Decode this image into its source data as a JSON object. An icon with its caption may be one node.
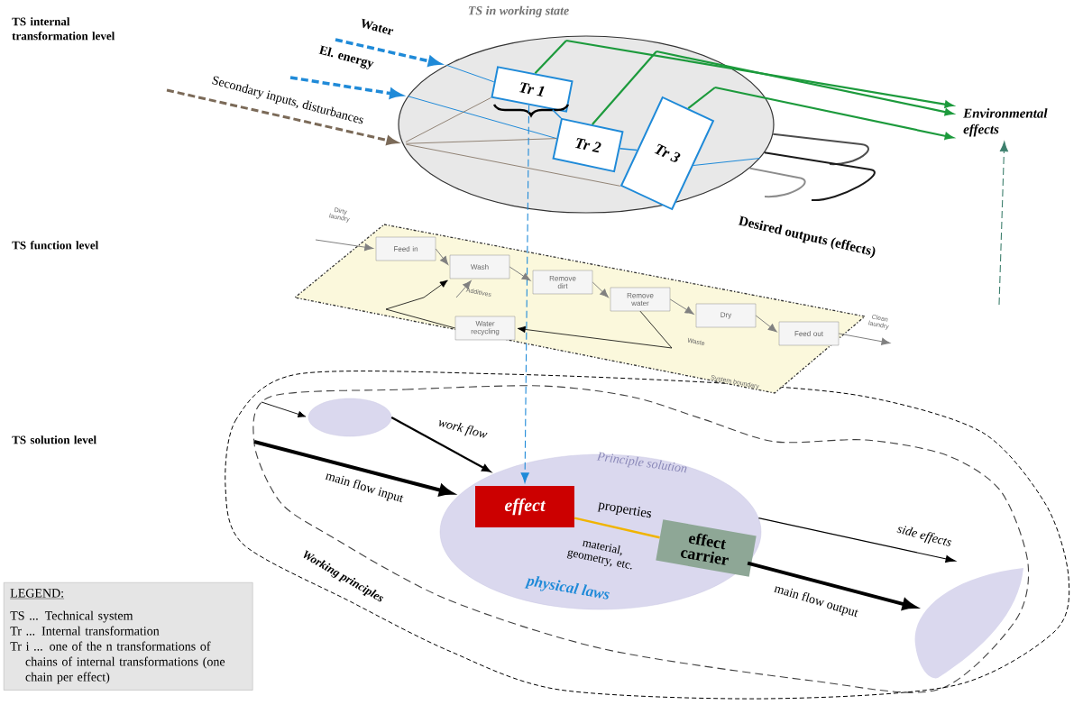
{
  "diagram": {
    "nodes": [
      {
        "text": [
          "TS in working state"
        ]
      },
      {
        "text": [
          "Tr 1"
        ],
        "in": 0
      },
      {
        "text": [
          "Tr 2"
        ],
        "in": 0
      },
      {
        "text": [
          "Tr 3"
        ],
        "in": 0
      },
      {
        "text": [
          "Environmental effects"
        ]
      },
      {
        "text": [
          "System boundary"
        ]
      },
      {
        "text": [
          "Feed in"
        ],
        "in": 5
      },
      {
        "text": [
          "Wash"
        ],
        "in": 5
      },
      {
        "text": [
          "Remove dirt"
        ],
        "in": 5
      },
      {
        "text": [
          "Remove water"
        ],
        "in": 5
      },
      {
        "text": [
          "Dry"
        ],
        "in": 5
      },
      {
        "text": [
          "Feed out"
        ],
        "in": 5
      },
      {
        "text": [
          "Water recycling"
        ],
        "in": 5
      },
      {
        "text": [
          "Working principles"
        ]
      },
      {
        "text": [],
        "shape": "ellipse",
        "in": 13
      },
      {
        "text": [
          "Principle solution",
          "physical laws"
        ],
        "in": 13
      },
      {
        "text": [
          "effect"
        ],
        "in": 15
      },
      {
        "text": [
          "effect carrier"
        ],
        "in": 15
      },
      {
        "text": [],
        "shape": "lens",
        "in": 13
      },
      {
        "text": [
          "LEGEND:",
          "TS ... Technical system",
          "Tr ... Internal transformation",
          "Tr i ... one of the n transformations of chains of internal transformations (one chain per effect)"
        ]
      }
    ],
    "edges": [
      {
        "from": null,
        "to": 0,
        "label": "Water",
        "arrow": "to",
        "style": "dashed",
        "color": "#1f8ad8"
      },
      {
        "from": null,
        "to": 0,
        "label": "El. energy",
        "arrow": "to",
        "style": "dashed",
        "color": "#1f8ad8"
      },
      {
        "from": null,
        "to": 0,
        "label": "Secondary inputs, disturbances",
        "arrow": "to",
        "style": "dashed",
        "color": "#7b6a58"
      },
      {
        "from": 0,
        "to": 1,
        "arrow": "none",
        "color": "#1f8ad8"
      },
      {
        "from": 0,
        "to": 2,
        "arrow": "none",
        "color": "#1f8ad8"
      },
      {
        "from": 0,
        "to": 1,
        "arrow": "none",
        "color": "#7b6a58"
      },
      {
        "from": 0,
        "to": 2,
        "arrow": "none",
        "color": "#7b6a58"
      },
      {
        "from": 0,
        "to": 3,
        "arrow": "none",
        "color": "#7b6a58"
      },
      {
        "from": 1,
        "to": 2,
        "arrow": "none",
        "color": "#1f8ad8"
      },
      {
        "from": 2,
        "to": 3,
        "arrow": "none",
        "color": "#1f8ad8"
      },
      {
        "from": 3,
        "to": 0,
        "arrow": "none",
        "color": "#1f8ad8"
      },
      {
        "from": 0,
        "to": null,
        "arrow": "none",
        "color": "#4d4d4d"
      },
      {
        "from": 0,
        "to": null,
        "arrow": "none",
        "color": "#1a1a1a"
      },
      {
        "from": 0,
        "to": null,
        "arrow": "none",
        "color": "#8c8c8c"
      },
      {
        "from": 1,
        "to": 4,
        "arrow": "to",
        "color": "#1c9a3c"
      },
      {
        "from": 2,
        "to": 4,
        "arrow": "to",
        "color": "#1c9a3c"
      },
      {
        "from": 3,
        "to": 4,
        "arrow": "to",
        "color": "#1c9a3c"
      },
      {
        "from": 1,
        "to": 16,
        "arrow": "to",
        "style": "dashed",
        "color": "#1f8ad8"
      },
      {
        "from": null,
        "to": 4,
        "arrow": "to",
        "style": "dashed",
        "color": "#3d7f6d"
      },
      {
        "from": null,
        "to": 6,
        "label": "Dirty laundry",
        "arrow": "to",
        "color": "#808080"
      },
      {
        "from": 6,
        "to": 7,
        "arrow": "to",
        "color": "#808080"
      },
      {
        "from": 7,
        "to": 8,
        "arrow": "to",
        "color": "#808080"
      },
      {
        "from": 8,
        "to": 9,
        "arrow": "to",
        "color": "#808080"
      },
      {
        "from": 9,
        "to": 10,
        "arrow": "to",
        "color": "#808080"
      },
      {
        "from": 10,
        "to": 11,
        "arrow": "to",
        "color": "#808080"
      },
      {
        "from": 11,
        "to": null,
        "label": "Clean laundry",
        "arrow": "to",
        "color": "#808080"
      },
      {
        "from": null,
        "to": 7,
        "label": "Additives",
        "arrow": "to",
        "color": "#808080"
      },
      {
        "from": 9,
        "to": 12,
        "label": "Waste",
        "arrow": "to",
        "color": "#000000"
      },
      {
        "from": 12,
        "to": 7,
        "arrow": "to",
        "color": "#000000"
      },
      {
        "from": null,
        "to": 14,
        "arrow": "to",
        "color": "#000000"
      },
      {
        "from": 14,
        "to": 15,
        "label": "work flow",
        "arrow": "to",
        "color": "#000000"
      },
      {
        "from": null,
        "to": 15,
        "label": "main flow input",
        "arrow": "to",
        "style": "thick",
        "color": "#000000"
      },
      {
        "from": 15,
        "to": null,
        "label": "side effects",
        "arrow": "to",
        "color": "#000000"
      },
      {
        "from": 15,
        "to": 18,
        "label": "main flow output",
        "arrow": "to",
        "style": "thick",
        "color": "#000000"
      },
      {
        "from": 16,
        "to": 17,
        "label": "properties",
        "arrow": "none",
        "color": "#f0b400"
      }
    ],
    "labels": [
      "TS internal transformation level",
      "Desired outputs (effects)",
      "TS function level",
      "TS solution level",
      "material, geometry, etc."
    ]
  }
}
